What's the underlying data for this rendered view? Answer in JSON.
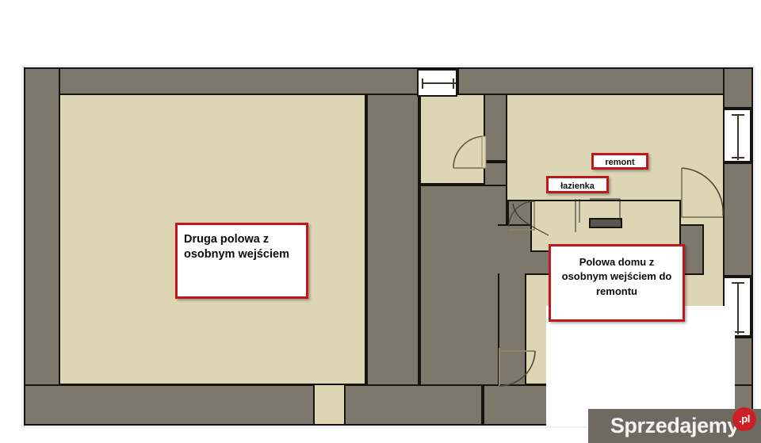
{
  "plan": {
    "type": "floor-plan",
    "language": "pl",
    "colors": {
      "wall": "#7d776c",
      "wall_outline": "#17130f",
      "floor": "#dcd6b4",
      "callout_border": "#c0171c",
      "callout_fill": "#ffffff",
      "fixture": "#5a564e",
      "background": "#ffffff",
      "watermark_bar": "#6d6a62",
      "watermark_badge": "#cc2026"
    },
    "callouts": {
      "left_half": "Druga polowa z\nosobnym wejściem",
      "right_half": "Polowa domu z\nosobnym wejściem do\nremontu",
      "remont": "remont",
      "bathroom": "łazienka"
    },
    "features": {
      "windows": 3,
      "doors": 4,
      "rooms": 4
    }
  },
  "watermark": {
    "name": "Sprzedajemy",
    "tld": ".pl"
  }
}
